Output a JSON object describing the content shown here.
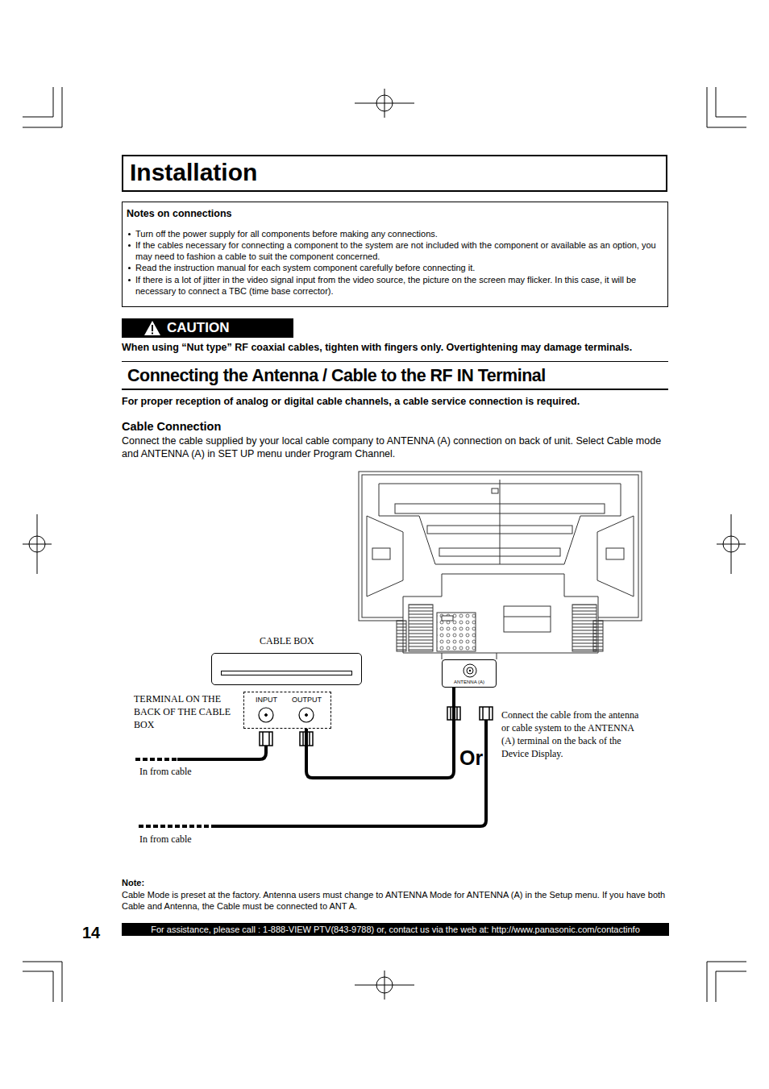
{
  "diagram": {
    "title": "Installation",
    "nodes": [
      {
        "text": [
          "Notes on connections",
          "Turn off the power supply for all components before making any connections.",
          "If the cables necessary for connecting a component to the system are not included with the component or available as an option, you may need to fashion a cable to suit the component concerned.",
          "Read the instruction manual for each system component carefully before connecting it.",
          "If there is a lot of jitter in the video signal input from the video source, the picture on the screen may flicker. In this case, it will be necessary to connect a TBC (time base corrector)."
        ]
      },
      {
        "text": [
          "CAUTION"
        ]
      },
      {
        "text": [
          "CABLE BOX"
        ]
      },
      {
        "text": [
          "TERMINAL ON THE BACK OF THE CABLE BOX",
          "INPUT",
          "OUTPUT"
        ]
      },
      {
        "text": [
          "ANTENNA (A)"
        ]
      }
    ],
    "edges": [
      {
        "from": 3,
        "to": 4,
        "arrow": "none"
      }
    ],
    "labels": [
      "When using “Nut type” RF coaxial cables, tighten with fingers only. Overtightening may damage terminals.",
      "Connecting the Antenna / Cable to the RF IN Terminal",
      "For proper reception of analog or digital cable channels, a cable service connection is required.",
      "Cable Connection",
      "Connect the cable supplied by your local cable company to ANTENNA (A) connection on back of unit. Select Cable mode and ANTENNA (A) in SET UP menu under Program Channel.",
      "In from cable",
      "Or",
      "Connect the cable from the antenna or cable system to the ANTENNA (A) terminal on the back of the Device Display.",
      "In from cable",
      "Note:",
      "Cable Mode is preset at the factory. Antenna users must change to ANTENNA Mode for ANTENNA (A) in the Setup menu. If you have both Cable and Antenna, the Cable must be connected to ANT A.",
      "14",
      "For assistance, please call : 1-888-VIEW PTV(843-9788) or, contact us via the web at: http://www.panasonic.com/contactinfo"
    ]
  }
}
